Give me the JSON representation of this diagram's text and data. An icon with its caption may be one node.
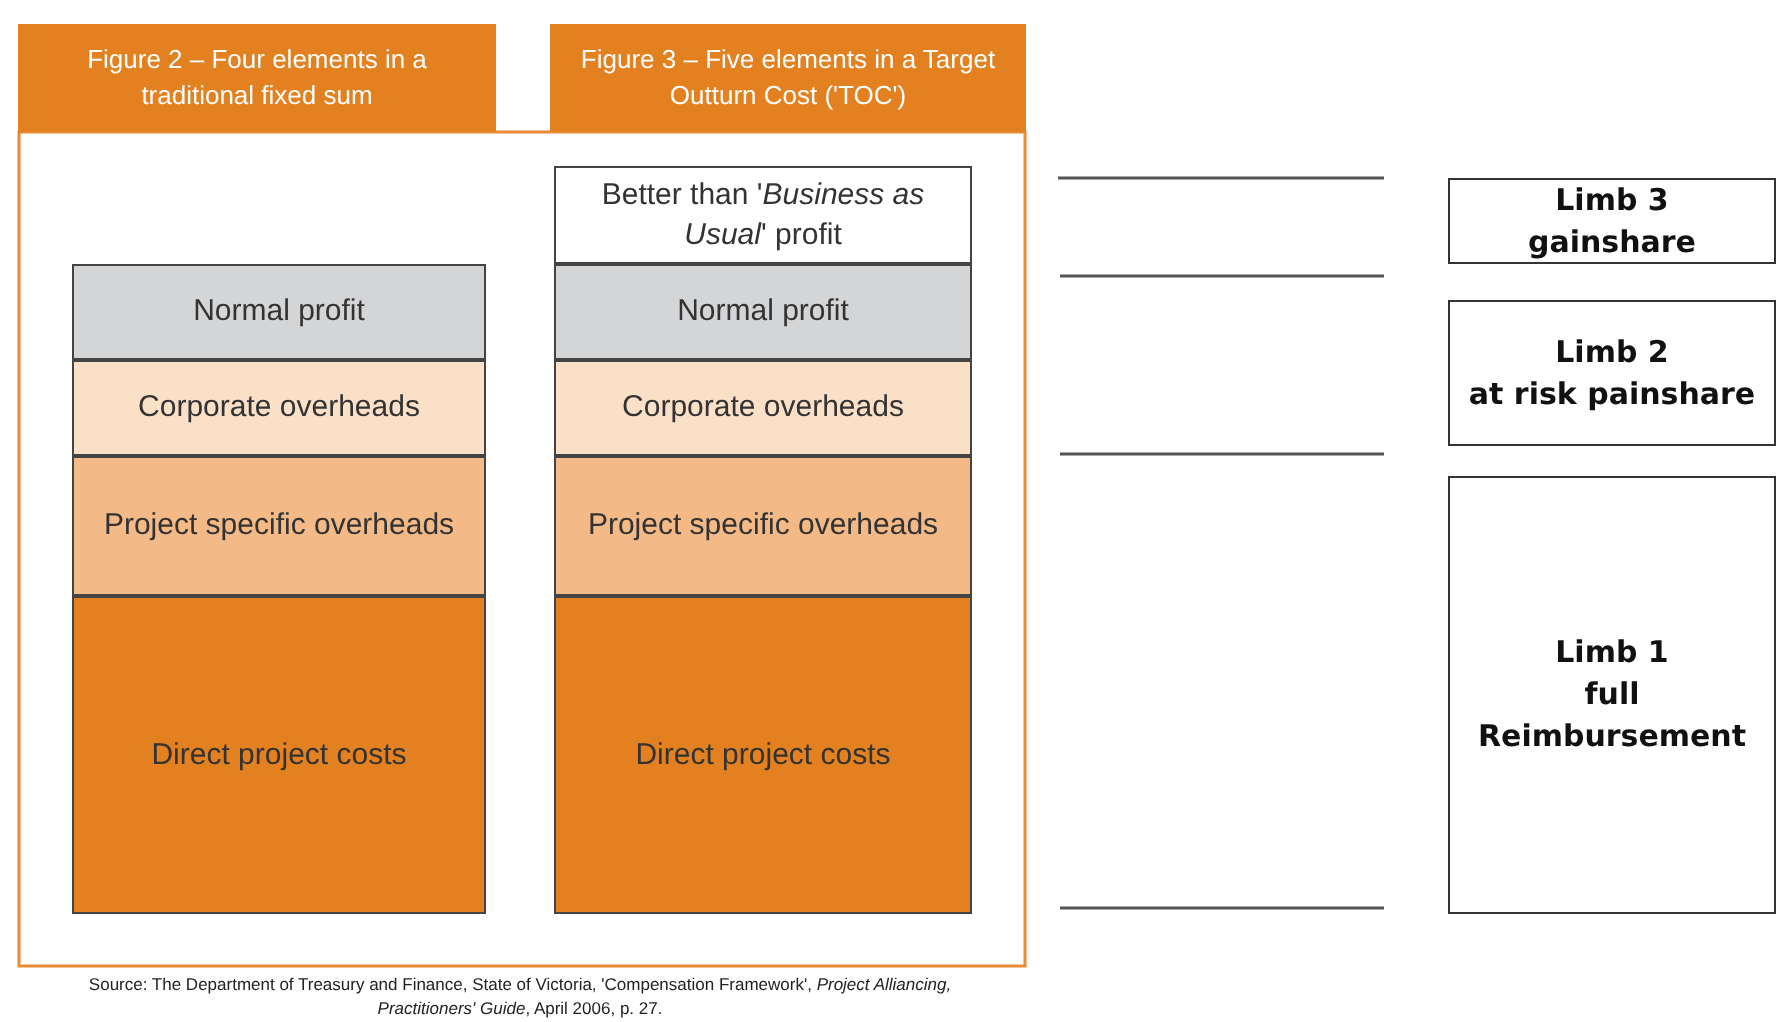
{
  "diagram": {
    "caption": "Source: The Department of Treasury and Finance, State of Victoria, 'Compensation Framework', *Project Alliancing, Practitioners' Guide*, April 2006, p. 27.",
    "nodes": [
      {
        "text": [
          "Figure 2 – Four elements in a traditional fixed sum"
        ]
      },
      {
        "text": [
          "Figure 3 – Five elements in a Target Outturn Cost ('TOC')"
        ]
      },
      {
        "text": [
          "Normal profit"
        ]
      },
      {
        "text": [
          "Corporate overheads"
        ]
      },
      {
        "text": [
          "Project specific overheads"
        ]
      },
      {
        "text": [
          "Direct project costs"
        ]
      },
      {
        "text": [
          "Better than '*Business as Usual*' profit"
        ]
      },
      {
        "text": [
          "Normal profit"
        ]
      },
      {
        "text": [
          "Corporate overheads"
        ]
      },
      {
        "text": [
          "Project specific overheads"
        ]
      },
      {
        "text": [
          "Direct project costs"
        ]
      },
      {
        "text": [
          "Limb 3",
          "gainshare"
        ]
      },
      {
        "text": [
          "Limb 2",
          "at risk painshare"
        ]
      },
      {
        "text": [
          "Limb 1",
          "full Reimbursement"
        ]
      }
    ]
  }
}
